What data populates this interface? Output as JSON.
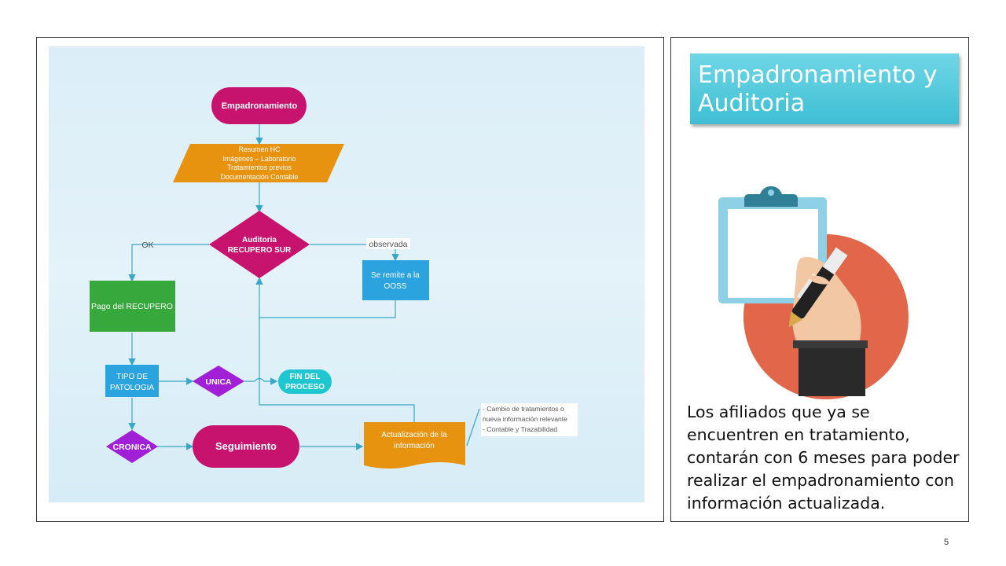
{
  "flowchart": {
    "start_node": "Empadronamiento",
    "input_lines": [
      "Resumen HC",
      "Imágenes – Laboratorio",
      "Tratamientos previos",
      "Documentación Contable"
    ],
    "decision_audit": [
      "Auditoria",
      "RECUPERO SUR"
    ],
    "edge_ok": "OK",
    "edge_observed": "observada",
    "remit_box": [
      "Se remite a la",
      "OOSS"
    ],
    "payment_box": "Pago del RECUPERO",
    "pathology_box": [
      "TIPO DE",
      "PATOLOGIA"
    ],
    "decision_unique": "UNICA",
    "end_node": [
      "FIN DEL",
      "PROCESO"
    ],
    "decision_chronic": "CRONICA",
    "followup_node": "Seguimiento",
    "update_doc": [
      "Actualización de la",
      "información"
    ],
    "note_lines": [
      "- Cambio de tratamientos o",
      "nueva información relevante",
      "- Contable y Trazabilidad"
    ],
    "colors": {
      "magenta": "#c8136e",
      "orange": "#e8930f",
      "blue": "#2aa3df",
      "green": "#36a83c",
      "purple": "#a21fd8",
      "teal": "#1ec7cf",
      "connector": "#3aa7c9"
    }
  },
  "right_panel": {
    "title": "Empadronamiento y Auditoria",
    "body": "Los afiliados que ya se encuentren en tratamiento, contarán con 6 meses para poder realizar el empadronamiento con información actualizada."
  },
  "page_number": "5"
}
